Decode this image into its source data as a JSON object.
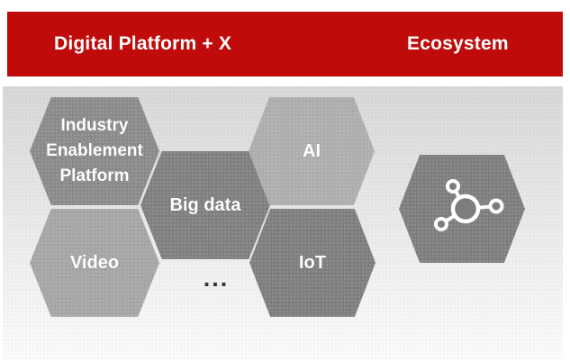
{
  "header": {
    "left_label": "Digital Platform + X",
    "right_label": "Ecosystem",
    "background": "#C00B0B",
    "text_color": "#FFFFFF"
  },
  "panel": {
    "gradient_top": "#D8D8D8",
    "gradient_bottom": "#FCFCFC"
  },
  "hexagons": {
    "industry": {
      "lines": [
        "Industry",
        "Enablement",
        "Platform"
      ],
      "color": "#8A8A8A"
    },
    "big_data": {
      "label": "Big data",
      "color": "#7F7F7F"
    },
    "ai": {
      "label": "AI",
      "color": "#ADADAD"
    },
    "video": {
      "label": "Video",
      "color": "#A5A5A5"
    },
    "iot": {
      "label": "IoT",
      "color": "#7E7E7E"
    },
    "ecosystem": {
      "icon": "network-icon",
      "color": "#7D7D7D",
      "icon_color": "#FFFFFF"
    }
  },
  "ellipsis": {
    "label": "...",
    "color": "#333333"
  }
}
